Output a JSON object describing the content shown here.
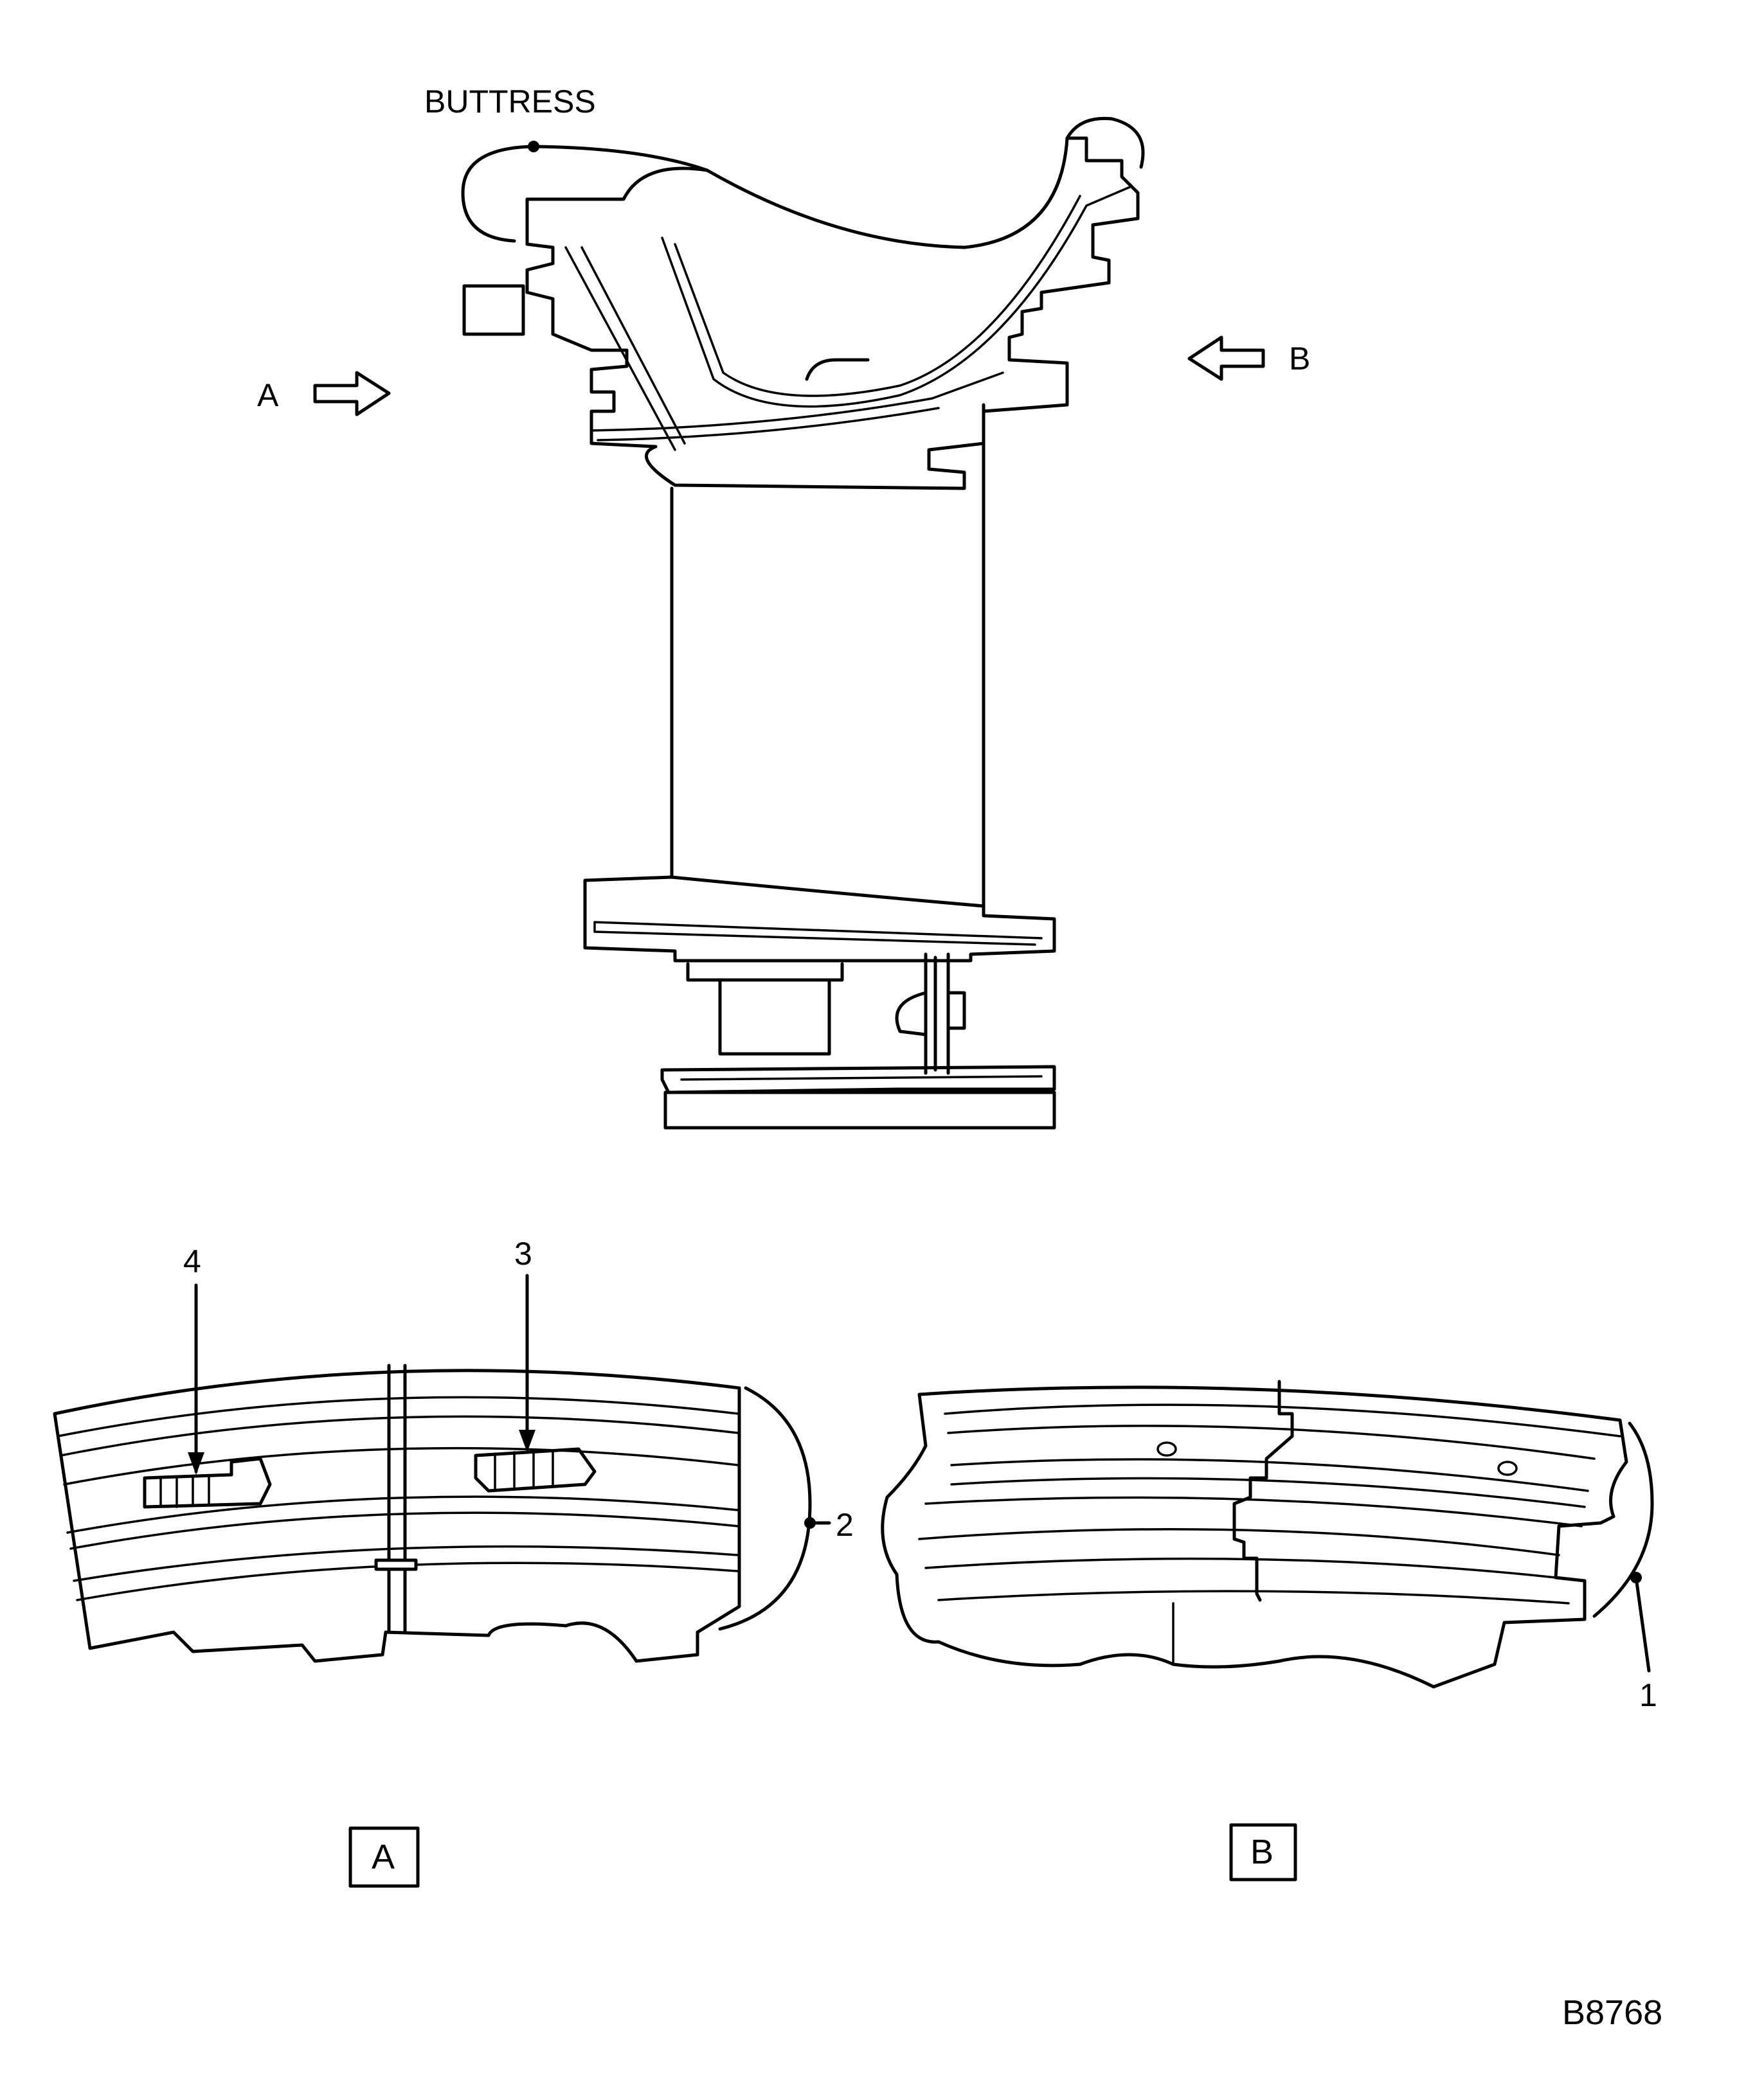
{
  "labels": {
    "buttress": "BUTTRESS",
    "arrow_a": "A",
    "arrow_b": "B",
    "callout_1": "1",
    "callout_2": "2",
    "callout_3": "3",
    "callout_4": "4",
    "view_a": "A",
    "view_b": "B",
    "figure_id": "B8768"
  }
}
